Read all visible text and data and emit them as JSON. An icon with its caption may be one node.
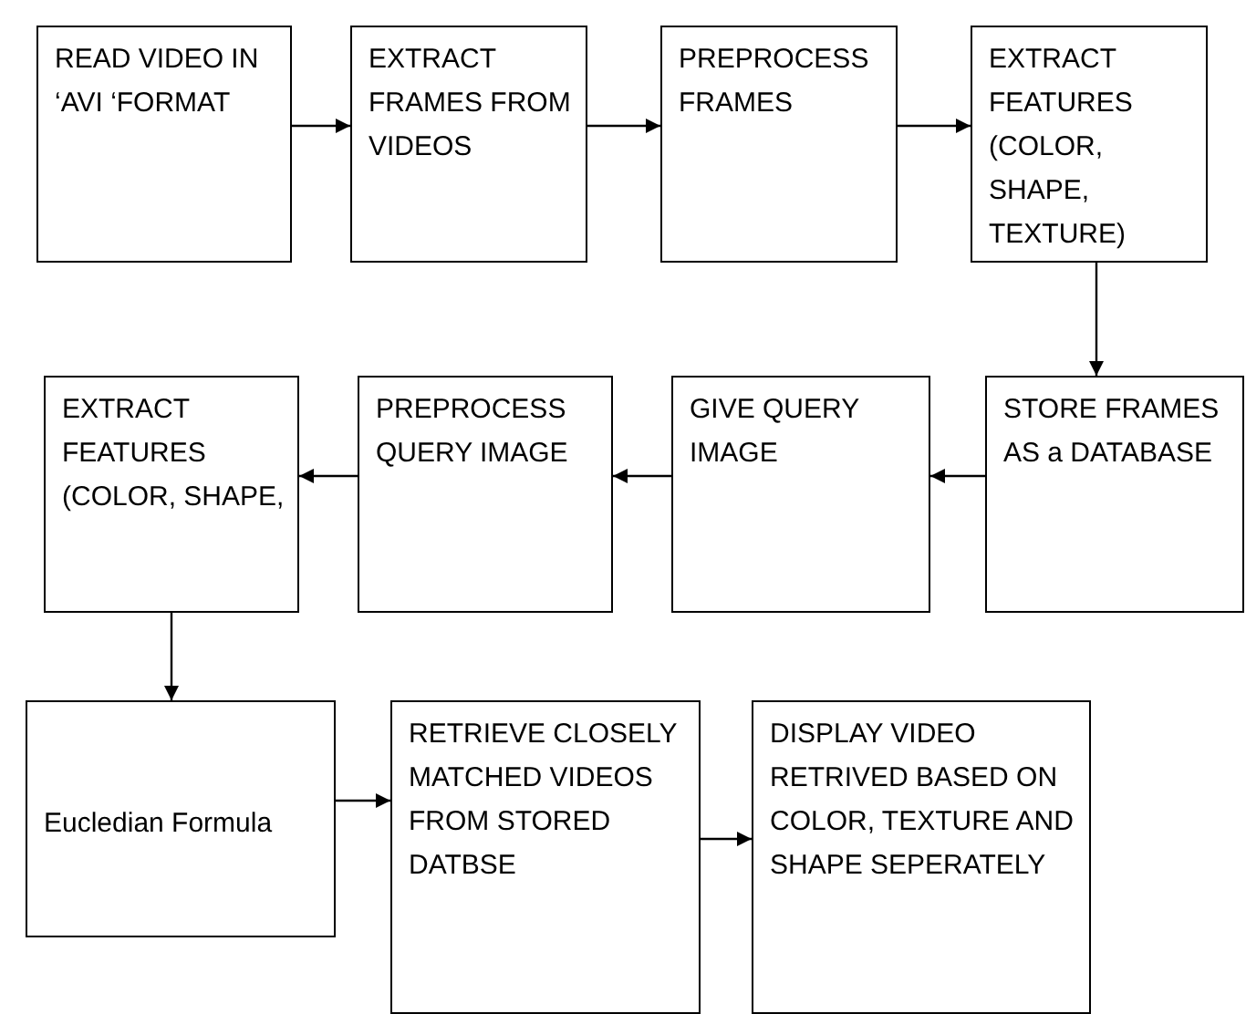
{
  "diagram": {
    "nodes": [
      {
        "text": [
          "READ VIDEO IN ‘AVI ‘FORMAT"
        ]
      },
      {
        "text": [
          "EXTRACT FRAMES FROM VIDEOS"
        ]
      },
      {
        "text": [
          "PREPROCESS FRAMES"
        ]
      },
      {
        "text": [
          "EXTRACT FEATURES (COLOR, SHAPE, TEXTURE)"
        ]
      },
      {
        "text": [
          "STORE FRAMES AS a DATABASE"
        ]
      },
      {
        "text": [
          "GIVE QUERY IMAGE"
        ]
      },
      {
        "text": [
          "PREPROCESS QUERY IMAGE"
        ]
      },
      {
        "text": [
          "EXTRACT FEATURES (COLOR, SHAPE,"
        ]
      },
      {
        "text": [
          "Eucledian Formula"
        ]
      },
      {
        "text": [
          "RETRIEVE CLOSELY MATCHED VIDEOS FROM STORED DATBSE"
        ]
      },
      {
        "text": [
          "DISPLAY VIDEO RETRIVED BASED ON COLOR, TEXTURE AND SHAPE SEPERATELY"
        ]
      }
    ],
    "edges": [
      {
        "from": 0,
        "to": 1,
        "arrow": "to"
      },
      {
        "from": 1,
        "to": 2,
        "arrow": "to"
      },
      {
        "from": 2,
        "to": 3,
        "arrow": "to"
      },
      {
        "from": 3,
        "to": 4,
        "arrow": "to"
      },
      {
        "from": 4,
        "to": 5,
        "arrow": "to"
      },
      {
        "from": 5,
        "to": 6,
        "arrow": "to"
      },
      {
        "from": 6,
        "to": 7,
        "arrow": "to"
      },
      {
        "from": 7,
        "to": 8,
        "arrow": "to"
      },
      {
        "from": 8,
        "to": 9,
        "arrow": "to"
      },
      {
        "from": 9,
        "to": 10,
        "arrow": "to"
      }
    ]
  }
}
